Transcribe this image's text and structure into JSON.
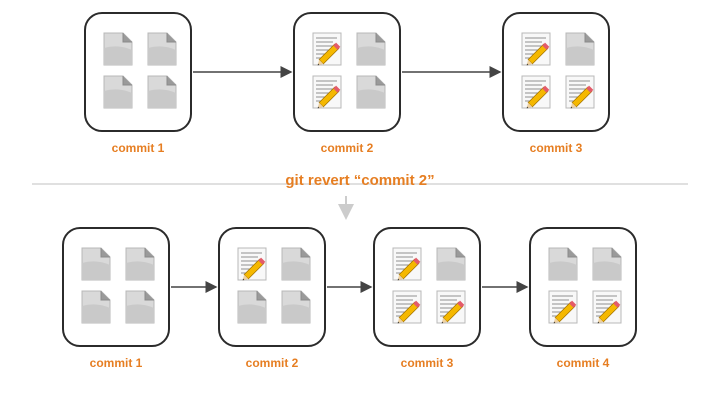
{
  "title": "git revert “commit 2”",
  "colors": {
    "accent": "#e67e22",
    "box_border": "#2b2b2b",
    "connector": "#444444",
    "divider": "#d6d6d6"
  },
  "icons": {
    "blank": "blank-file-icon",
    "edited": "edited-file-icon"
  },
  "before": {
    "commits": [
      {
        "label": "commit 1",
        "files": [
          "blank",
          "blank",
          "blank",
          "blank"
        ]
      },
      {
        "label": "commit 2",
        "files": [
          "edited",
          "blank",
          "edited",
          "blank"
        ]
      },
      {
        "label": "commit 3",
        "files": [
          "edited",
          "blank",
          "edited",
          "edited"
        ]
      }
    ]
  },
  "after": {
    "commits": [
      {
        "label": "commit 1",
        "files": [
          "blank",
          "blank",
          "blank",
          "blank"
        ]
      },
      {
        "label": "commit 2",
        "files": [
          "edited",
          "blank",
          "blank",
          "blank"
        ]
      },
      {
        "label": "commit 3",
        "files": [
          "edited",
          "blank",
          "edited",
          "edited"
        ]
      },
      {
        "label": "commit 4",
        "files": [
          "blank",
          "blank",
          "edited",
          "edited"
        ]
      }
    ]
  }
}
